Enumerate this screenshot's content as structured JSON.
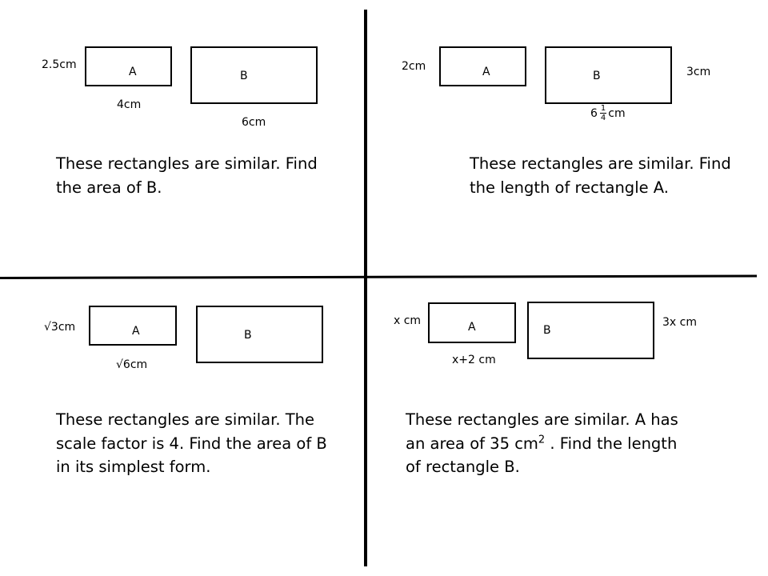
{
  "quadrants": {
    "top_left": {
      "rect_a_label": "A",
      "rect_b_label": "B",
      "a_height": "2.5cm",
      "a_width": "4cm",
      "b_width": "6cm",
      "question_line1": "These rectangles are similar. Find",
      "question_line2": "the area of B."
    },
    "top_right": {
      "rect_a_label": "A",
      "rect_b_label": "B",
      "a_height": "2cm",
      "b_height": "3cm",
      "b_width_whole": "6",
      "b_width_num": "1",
      "b_width_den": "4",
      "b_width_unit": "cm",
      "question_line1": "These rectangles are similar. Find",
      "question_line2": "the length of rectangle A."
    },
    "bottom_left": {
      "rect_a_label": "A",
      "rect_b_label": "B",
      "a_height": "√3cm",
      "a_width": "√6cm",
      "question_line1": "These rectangles are similar. The",
      "question_line2": "scale factor is 4. Find the area of B",
      "question_line3": "in its simplest form."
    },
    "bottom_right": {
      "rect_a_label": "A",
      "rect_b_label": "B",
      "a_height": "x cm",
      "a_width": "x+2 cm",
      "b_height": "3x cm",
      "question_line1": "These rectangles are similar. A has",
      "question_line2_pre": "an area of 35 cm",
      "question_line2_sup": "2",
      "question_line2_post": " . Find the length",
      "question_line3": "of rectangle B."
    }
  }
}
